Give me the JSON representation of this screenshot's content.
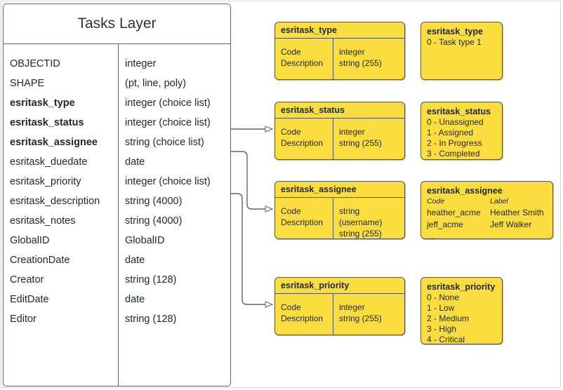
{
  "diagram": {
    "title_box": "Tasks Layer"
  },
  "tasks_layer": {
    "title": "Tasks Layer",
    "fields": [
      {
        "name": "OBJECTID",
        "type": "integer",
        "bold": false
      },
      {
        "name": "SHAPE",
        "type": "(pt, line, poly)",
        "bold": false
      },
      {
        "name": "esritask_type",
        "type": "integer (choice list)",
        "bold": true
      },
      {
        "name": "esritask_status",
        "type": "integer (choice list)",
        "bold": true
      },
      {
        "name": "esritask_assignee",
        "type": "string (choice list)",
        "bold": true
      },
      {
        "name": "esritask_duedate",
        "type": "date",
        "bold": false
      },
      {
        "name": "esritask_priority",
        "type": "integer (choice list)",
        "bold": false
      },
      {
        "name": "esritask_description",
        "type": "string (4000)",
        "bold": false
      },
      {
        "name": "esritask_notes",
        "type": "string (4000)",
        "bold": false
      },
      {
        "name": "GlobalID",
        "type": "GlobalID",
        "bold": false
      },
      {
        "name": "CreationDate",
        "type": "date",
        "bold": false
      },
      {
        "name": "Creator",
        "type": "string (128)",
        "bold": false
      },
      {
        "name": "EditDate",
        "type": "date",
        "bold": false
      },
      {
        "name": "Editor",
        "type": "string (128)",
        "bold": false
      }
    ]
  },
  "domain_tables": [
    {
      "title": "esritask_type",
      "col_a": [
        "Code",
        "Description"
      ],
      "col_b": [
        "integer",
        "string (255)"
      ]
    },
    {
      "title": "esritask_status",
      "col_a": [
        "Code",
        "Description"
      ],
      "col_b": [
        "integer",
        "string (255)"
      ]
    },
    {
      "title": "esritask_assignee",
      "col_a": [
        "Code",
        "Description"
      ],
      "col_b": [
        "string  (username)",
        "string (255)"
      ]
    },
    {
      "title": "esritask_priority",
      "col_a": [
        "Code",
        "Description"
      ],
      "col_b": [
        "integer",
        "string (255)"
      ]
    }
  ],
  "domain_values": {
    "type": {
      "title": "esritask_type",
      "values": [
        "0 - Task type 1"
      ]
    },
    "status": {
      "title": "esritask_status",
      "values": [
        "0 - Unassigned",
        "1 - Assigned",
        "2 - In Progress",
        "3 - Completed"
      ]
    },
    "assignee": {
      "title": "esritask_assignee",
      "header_code": "Code",
      "header_label": "Label",
      "rows": [
        {
          "code": "heather_acme",
          "label": "Heather Smith"
        },
        {
          "code": "jeff_acme",
          "label": "Jeff Walker"
        },
        {
          "code": "....",
          "label": ""
        }
      ]
    },
    "priority": {
      "title": "esritask_priority",
      "values": [
        "0 - None",
        "1 - Low",
        "2 - Medium",
        "3 - High",
        "4 - Critical"
      ]
    }
  },
  "colors": {
    "domain_fill": "#FBDD40",
    "border": "#4D5561",
    "table_border": "#5A6472",
    "text": "#1E2630",
    "frame": "#D8D8D8"
  }
}
